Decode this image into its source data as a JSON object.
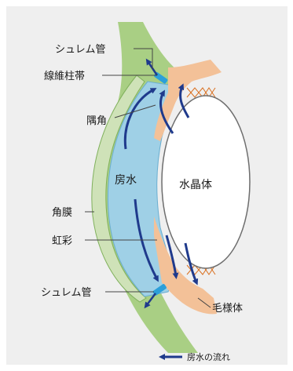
{
  "labels": {
    "schlemm_top": "シュレム管",
    "trabecular": "線維柱帯",
    "angle": "隅角",
    "aqueous": "房水",
    "lens": "水晶体",
    "cornea": "角膜",
    "iris": "虹彩",
    "schlemm_bottom": "シュレム管",
    "ciliary": "毛様体"
  },
  "legend": {
    "text": "房水の流れ"
  },
  "colors": {
    "panel_bg": "#efefef",
    "aqueous": "#9fd0e6",
    "sclera": "#a9cf84",
    "cornea": "#cfe2b8",
    "tissue": "#f3c198",
    "zonule": "#d96f1f",
    "flow_arrow": "#1f3a8c",
    "canal": "#2c9fd9"
  }
}
